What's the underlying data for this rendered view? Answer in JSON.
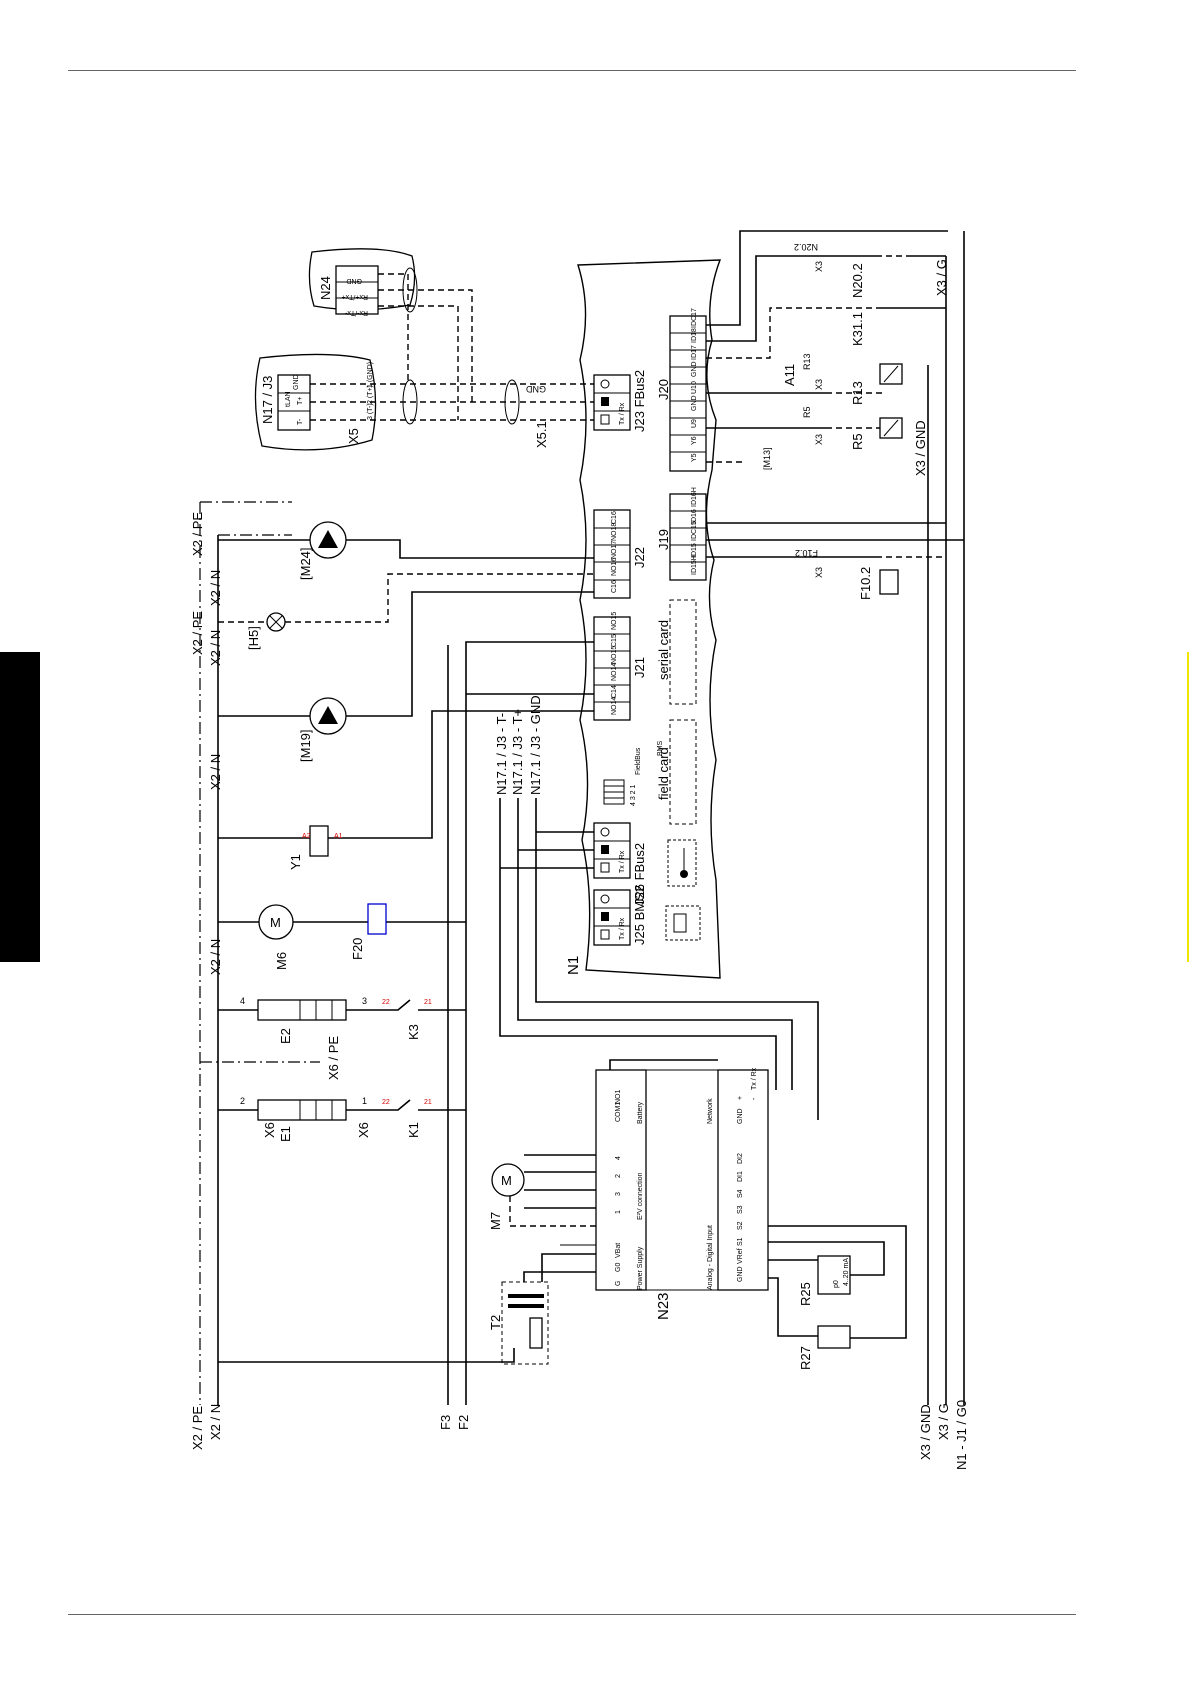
{
  "labels": {
    "n1": "N1",
    "n23": "N23",
    "n24": "N24",
    "n17_j3": "N17 / J3",
    "x5": "X5",
    "x5_1": "X5.1",
    "gnd_bus": "GND",
    "j19": "J19",
    "j20": "J20",
    "j21": "J21",
    "j22": "J22",
    "j23": "J23 FBus2",
    "j25": "J25 BMS2",
    "j26": "J26 FBus2",
    "serial_card": "serial card",
    "field_card": "field card",
    "fieldbus": "FieldBus",
    "bms": "BMS",
    "e1": "E1",
    "e2": "E2",
    "k1": "K1",
    "k3": "K3",
    "m6": "M6",
    "m7": "M7",
    "m19": "[M19]",
    "m24": "[M24]",
    "h5": "[H5]",
    "m13": "[M13]",
    "y1": "Y1",
    "f20": "F20",
    "f10_2": "F10.2",
    "f10_2_wire": "F10.2",
    "t2": "T2",
    "r5": "R5",
    "r13": "R13",
    "r25": "R25",
    "r27": "R27",
    "a11": "A11",
    "n20_2": "N20.2",
    "n20_2_wire": "N20.2",
    "k31_1": "K31.1",
    "x3": "X3",
    "x6": "X6",
    "x6_pe": "X6 / PE",
    "x2_pe": "X2 / PE",
    "x2_n": "X2 / N",
    "f2": "F2",
    "f3": "F3",
    "x3_gnd": "X3 / GND",
    "x3_g": "X3 / G",
    "n1_j1_g0": "N1 - J1 / G0",
    "n17_tm": "N17.1 / J3 - T-",
    "n17_tp": "N17.1 / J3 - T+",
    "n17_gnd": "N17.1 / J3 - GND",
    "tx_rx": "Tx / Rx",
    "gnd_small": "GND",
    "num4": "4",
    "num3": "3",
    "num2": "2",
    "num1": "1",
    "num21": "21",
    "num22": "22",
    "a1": "A1",
    "a2": "A2",
    "p0": "p0",
    "ma": "4..20 mA",
    "pin_1gnd": "1 (GND)",
    "pin_2": "2 (T+)",
    "pin_3": "3 (T-)",
    "ilan": "tLAN",
    "t_plus": "T+",
    "t_minus": "T-",
    "rx_tx_m": "Rx-/Tx-",
    "rx_tx_p": "Rx+/Tx+",
    "plus": "+",
    "minus": "-",
    "rx": "Rx",
    "g": "G",
    "g0": "G0",
    "vbat": "VBat",
    "power_supply": "Power Supply",
    "eev": "E²V connection",
    "analog": "Analog - Digital Input",
    "battery": "Battery",
    "network": "Network",
    "com1": "COM1",
    "no1": "NO1",
    "vref": "VRef",
    "s1": "S1",
    "s2": "S2",
    "s3": "S3",
    "s4": "S4",
    "di1": "DI1",
    "di2": "DI2",
    "n_pin_4": "4",
    "n_pin_3": "3",
    "n_pin_2": "2",
    "n_pin_1": "1"
  },
  "j19_pins": [
    "ID15H",
    "ID15",
    "IDC15",
    "ID16",
    "ID16H"
  ],
  "j20_pins": [
    "Y5",
    "Y6",
    "U9",
    "GND",
    "U10",
    "GND",
    "ID17",
    "ID18",
    "IDC17"
  ],
  "j21_pins": [
    "NO14",
    "C14",
    "NO14",
    "NO15",
    "C15",
    "NO15"
  ],
  "j22_pins": [
    "C16",
    "NO16",
    "NO17",
    "NO18",
    "C16"
  ],
  "j21_display": [
    "NO14",
    "C14",
    "NO14",
    "NO15",
    "C15",
    "NO15"
  ],
  "bms_pins": "4 3 2 1"
}
